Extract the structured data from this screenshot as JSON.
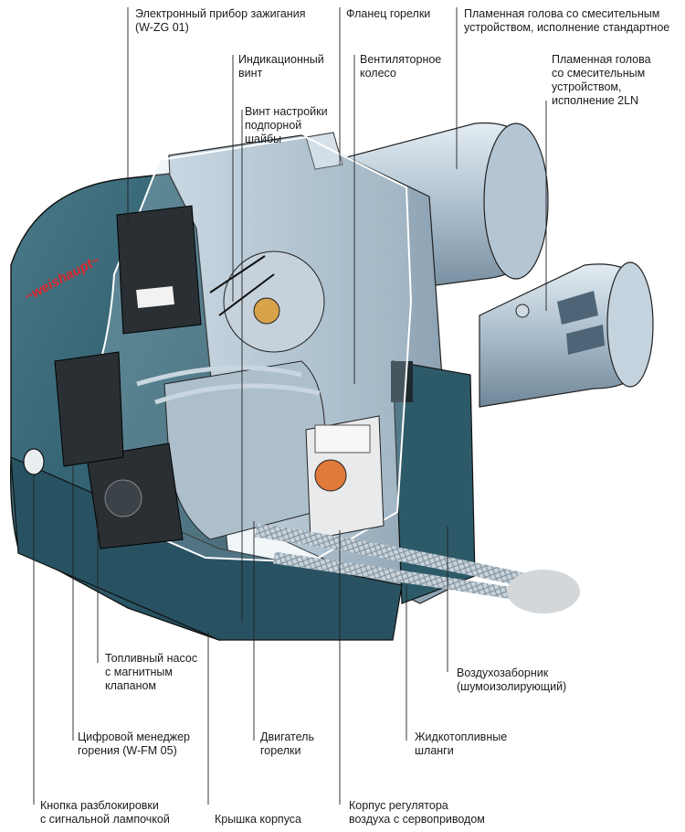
{
  "brand": {
    "logo_text": "weishaupt",
    "accent": "#d8262c"
  },
  "colors": {
    "housing": "#2f5f6e",
    "housing_dark": "#1f4552",
    "metal": "#b9c9d6",
    "metal_dark": "#7f96a8",
    "outline": "#111111"
  },
  "labels": {
    "ignition": {
      "lines": [
        "Электронный прибор зажигания",
        "(W-ZG 01)"
      ]
    },
    "flange": {
      "lines": [
        "Фланец горелки"
      ]
    },
    "head_std": {
      "lines": [
        "Пламенная голова со смесительным",
        "устройством, исполнение стандартное"
      ]
    },
    "indicator": {
      "lines": [
        "Индикационный",
        "винт"
      ]
    },
    "fan": {
      "lines": [
        "Вентиляторное",
        "колесо"
      ]
    },
    "head_2ln": {
      "lines": [
        "Пламенная голова",
        "со смесительным",
        "устройством,",
        "исполнение 2LN"
      ]
    },
    "baffle_screw": {
      "lines": [
        "Винт настройки",
        "подпорной",
        "шайбы"
      ]
    },
    "pump": {
      "lines": [
        "Топливный насос",
        "с магнитным",
        "клапаном"
      ]
    },
    "air_intake": {
      "lines": [
        "Воздухозаборник",
        "(шумоизолирующий)"
      ]
    },
    "manager": {
      "lines": [
        "Цифровой менеджер",
        "горения (W-FM 05)"
      ]
    },
    "motor": {
      "lines": [
        "Двигатель",
        "горелки"
      ]
    },
    "hoses": {
      "lines": [
        "Жидкотопливные",
        "шланги"
      ]
    },
    "reset": {
      "lines": [
        "Кнопка разблокировки",
        "с сигнальной лампочкой"
      ]
    },
    "cover": {
      "lines": [
        "Крышка корпуса"
      ]
    },
    "air_regulator": {
      "lines": [
        "Корпус регулятора",
        "воздуха с сервоприводом"
      ]
    }
  }
}
